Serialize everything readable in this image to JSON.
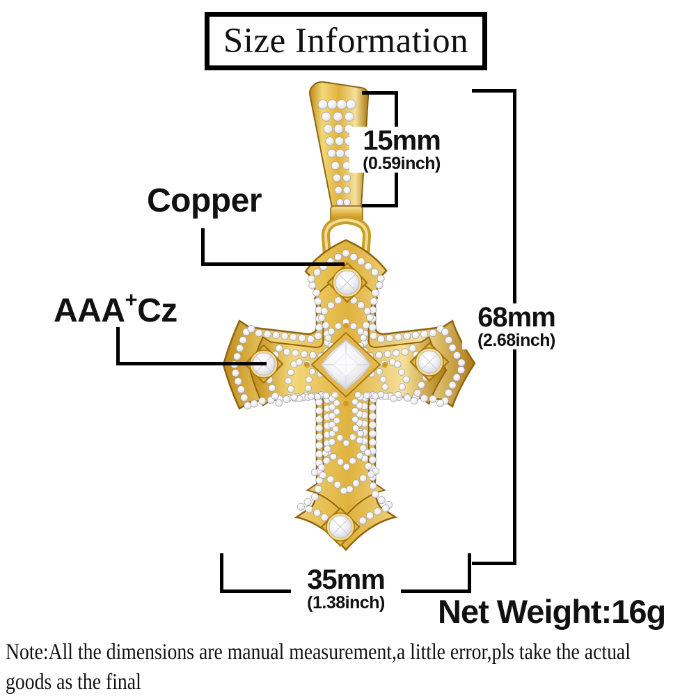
{
  "title": "Size Information",
  "dimensions": {
    "bail": {
      "mm": "15mm",
      "inch": "(0.59inch)"
    },
    "height": {
      "mm": "68mm",
      "inch": "(2.68inch)"
    },
    "width": {
      "mm": "35mm",
      "inch": "(1.38inch)"
    }
  },
  "callouts": {
    "material": "Copper",
    "stone_prefix": "AAA",
    "stone_sup": "+",
    "stone_suffix": "Cz"
  },
  "weight": "Net Weight:16g",
  "note": {
    "line1": "Note:All the dimensions are manual measurement,a little error,pls take the actual",
    "line2": "goods as the final"
  },
  "colors": {
    "line_black": "#000000",
    "gold": "#e2b84b",
    "gold_dark": "#a87a12",
    "stone_white": "#f2f1f4",
    "background": "#ffffff"
  }
}
